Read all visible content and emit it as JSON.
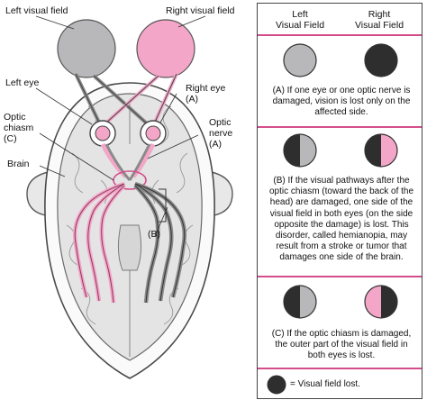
{
  "labels": {
    "left_visual_field": "Left visual field",
    "right_visual_field": "Right visual field",
    "left_eye": "Left eye",
    "right_eye": [
      "Right eye",
      "(A)"
    ],
    "optic_chiasm": [
      "Optic",
      "chiasm",
      "(C)"
    ],
    "optic_nerve": [
      "Optic",
      "nerve",
      "(A)"
    ],
    "brain": "Brain",
    "b_marker": "(B)"
  },
  "panel": {
    "header_left": [
      "Left",
      "Visual Field"
    ],
    "header_right": [
      "Right",
      "Visual Field"
    ],
    "section_a": "(A) If one eye or one optic nerve is damaged, vision is lost only on the affected side.",
    "section_b": "(B) If the visual pathways after the optic chiasm (toward the back of the head) are damaged, one side of the visual field in both eyes (on the side opposite the damage) is lost. This disorder, called hemianopia, may result from a stroke or tumor that damages one side of the brain.",
    "section_c": "(C) If the optic chiasm is damaged, the outer part of the visual field in both eyes is lost.",
    "legend": "= Visual field lost."
  },
  "colors": {
    "pink": "#f4a6c8",
    "pink_dark": "#d44d8b",
    "gray_field": "#b8b8ba",
    "lost": "#2e2e2e",
    "brain_fill": "#e6e6e6",
    "brain_line": "#5a5a5a"
  },
  "icons": [
    "visual-field-circle",
    "eye-icon",
    "brain-illustration"
  ]
}
